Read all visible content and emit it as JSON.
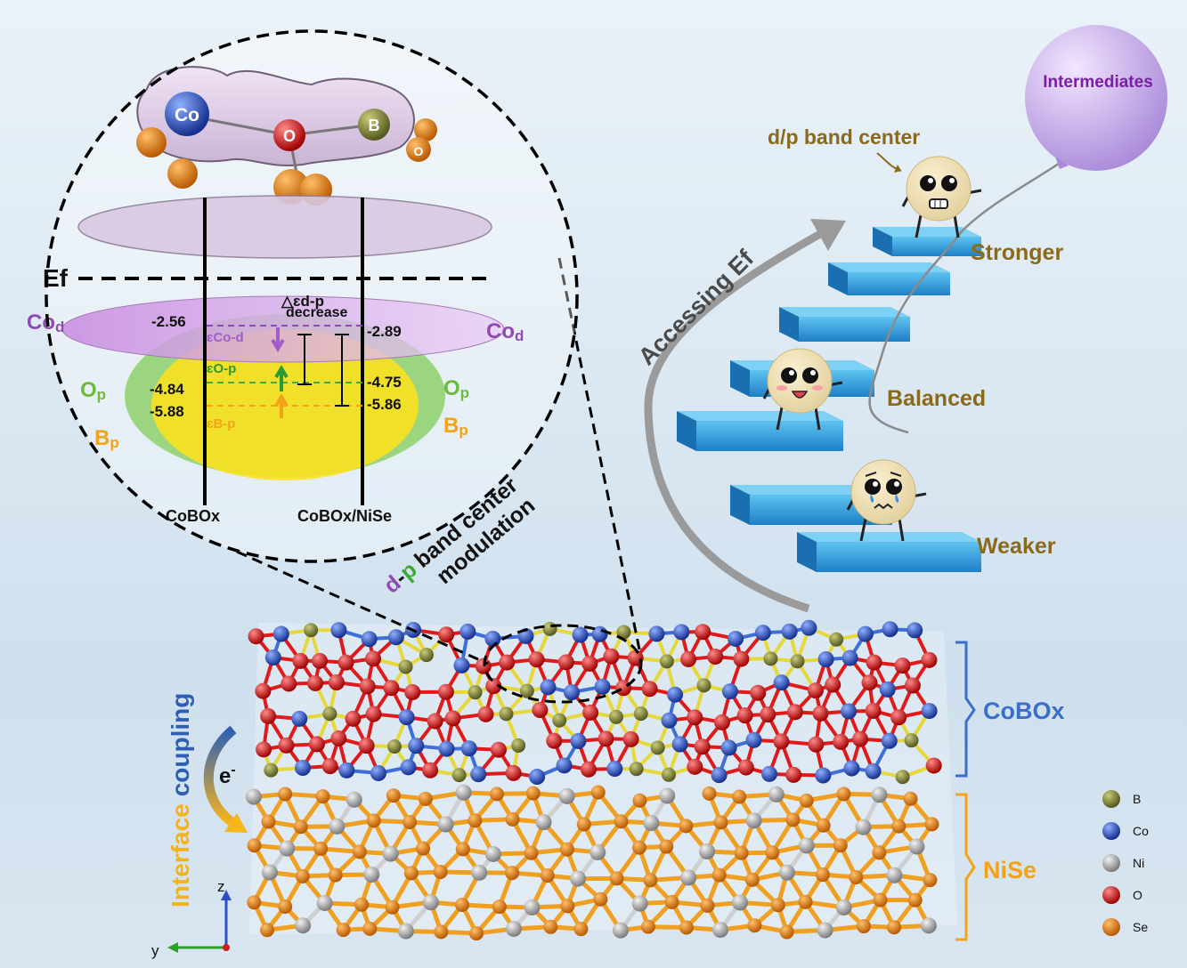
{
  "band": {
    "ef": "Ef",
    "co_d": "Co",
    "co_d_sub": "d",
    "o_p": "O",
    "o_p_sub": "p",
    "b_p": "B",
    "b_p_sub": "p",
    "left_values": [
      "-2.56",
      "-4.84",
      "-5.88"
    ],
    "right_values": [
      "-2.89",
      "-4.75",
      "-5.86"
    ],
    "eps_co": "ɛCo-d",
    "eps_o": "ɛO-p",
    "eps_b": "ɛB-p",
    "delta_label": "△ɛd-p",
    "decrease": "decrease",
    "left_axis": "CoBOx",
    "right_axis": "CoBOx/NiSe"
  },
  "molecule": {
    "co": "Co",
    "o": "O",
    "b": "B",
    "o2": "O"
  },
  "modulation": {
    "d": "d",
    "dash": "-",
    "p": "p",
    "line1": "band center",
    "line2": "modulation"
  },
  "stairs": {
    "balloon": "Intermediates",
    "band_center": "d/p band center",
    "stronger": "Stronger",
    "balanced": "Balanced",
    "weaker": "Weaker",
    "accessing": "Accessing Ef"
  },
  "structure": {
    "interface_a": "Interface",
    "interface_b": "coupling",
    "electron": "e",
    "electron_sup": "-",
    "cobox": "CoBOx",
    "nise": "NiSe"
  },
  "legend": [
    {
      "label": "B",
      "color": "#7a7d3a"
    },
    {
      "label": "Co",
      "color": "#1f49b8"
    },
    {
      "label": "Ni",
      "color": "#a8a8a8"
    },
    {
      "label": "O",
      "color": "#d90f0f"
    },
    {
      "label": "Se",
      "color": "#e07c10"
    }
  ],
  "axes": {
    "z": "z",
    "y": "y"
  }
}
